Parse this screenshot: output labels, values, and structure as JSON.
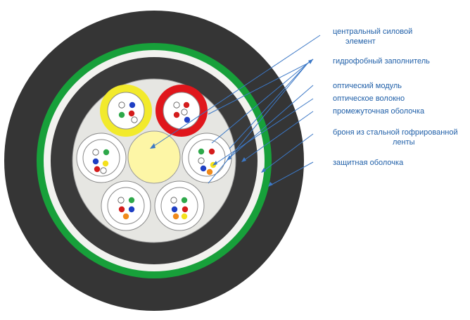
{
  "colors": {
    "jacket": "#353535",
    "armor_green": "#17a03a",
    "light_sheath": "#f2f2ef",
    "inner_dark": "#3a3a3a",
    "filler": "#e6e6e2",
    "strength_member": "#fdf6a6",
    "module_yellow": "#f2ea2c",
    "module_red": "#e0161c",
    "leader_line": "#3c78c6",
    "label_text": "#1f5fa8",
    "fiber_white": "#ffffff",
    "fiber_blue": "#1f3fc4",
    "fiber_red": "#d41c1c",
    "fiber_green": "#2ea84a",
    "fiber_yellow": "#f4e01c",
    "fiber_orange": "#f08a1a"
  },
  "labels": {
    "central_member_line1": "центральный силовой",
    "central_member_line2": "элемент",
    "hydrophobic_filler": "гидрофобный заполнитель",
    "optical_module": "оптический модуль",
    "optical_fiber": "оптическое волокно",
    "intermediate_sheath": "промежуточная оболочка",
    "armor_line1": "броня из стальной гофрированной",
    "armor_line2": "ленты",
    "protective_sheath": "защитная оболочка"
  }
}
